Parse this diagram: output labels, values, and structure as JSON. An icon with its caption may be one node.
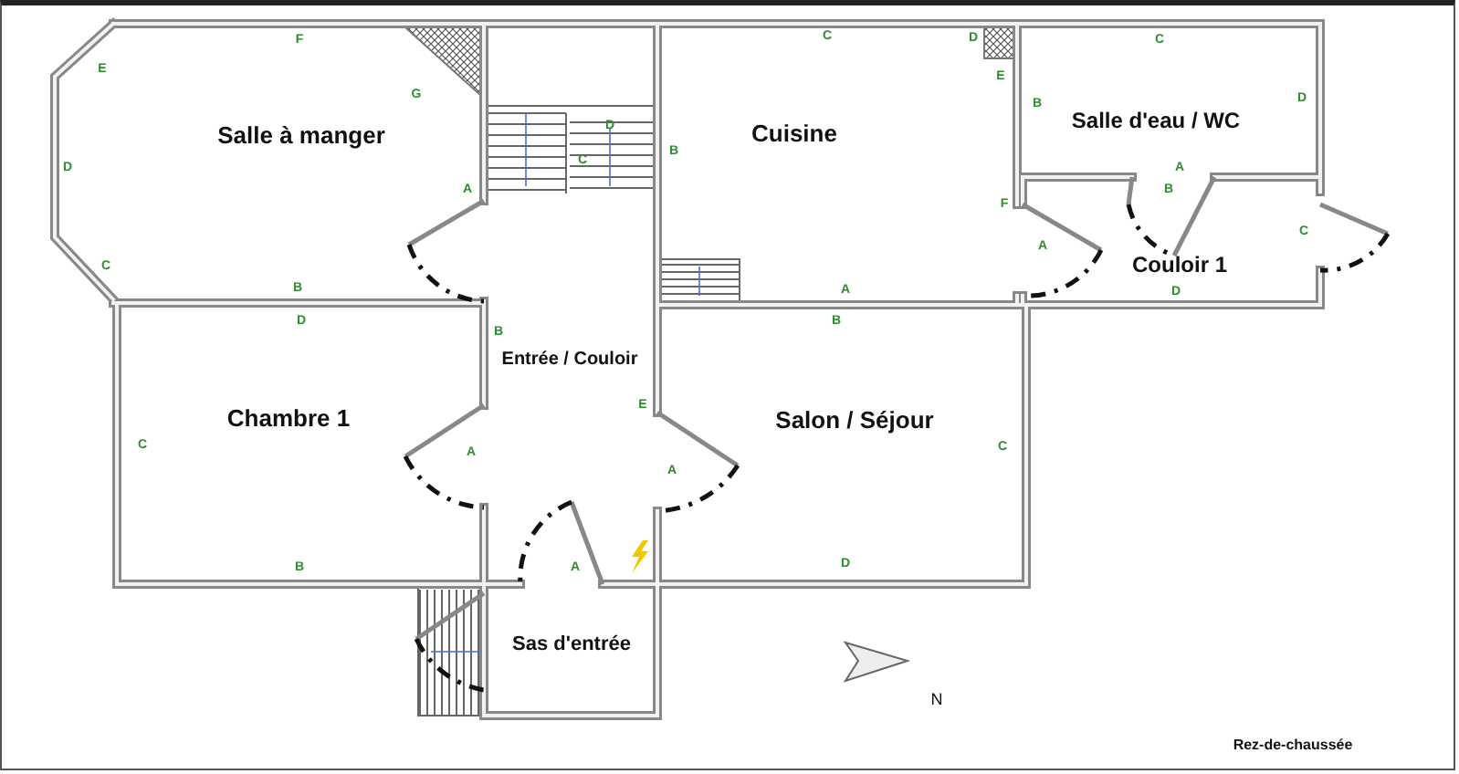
{
  "diagram": {
    "nodes": [
      {
        "text": [
          "Salle à manger"
        ]
      },
      {
        "text": [
          "Cuisine"
        ]
      },
      {
        "text": [
          "Salle d'eau / WC"
        ]
      },
      {
        "text": [
          "Couloir 1"
        ]
      },
      {
        "text": [
          "Entrée / Couloir"
        ]
      },
      {
        "text": [
          "Chambre 1"
        ]
      },
      {
        "text": [
          "Salon / Séjour"
        ]
      },
      {
        "text": [
          "Sas d'entrée"
        ]
      }
    ],
    "labels": [
      "F",
      "C",
      "D",
      "C",
      "E",
      "E",
      "G",
      "D",
      "B",
      "D",
      "B",
      "C",
      "D",
      "A",
      "A",
      "B",
      "F",
      "C",
      "A",
      "C",
      "B",
      "A",
      "D",
      "D",
      "B",
      "B",
      "E",
      "C",
      "C",
      "A",
      "A",
      "D",
      "B",
      "A",
      "N",
      "Rez-de-chaussée"
    ]
  }
}
